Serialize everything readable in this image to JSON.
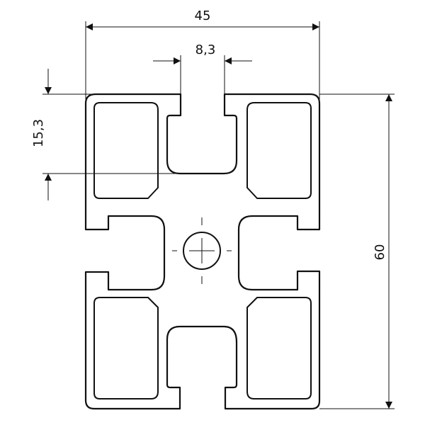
{
  "drawing": {
    "dimensions": {
      "width_label": "45",
      "slot_width_label": "8,3",
      "slot_depth_label": "15,3",
      "height_label": "60"
    },
    "colors": {
      "line": "#111111",
      "background": "#ffffff"
    }
  }
}
